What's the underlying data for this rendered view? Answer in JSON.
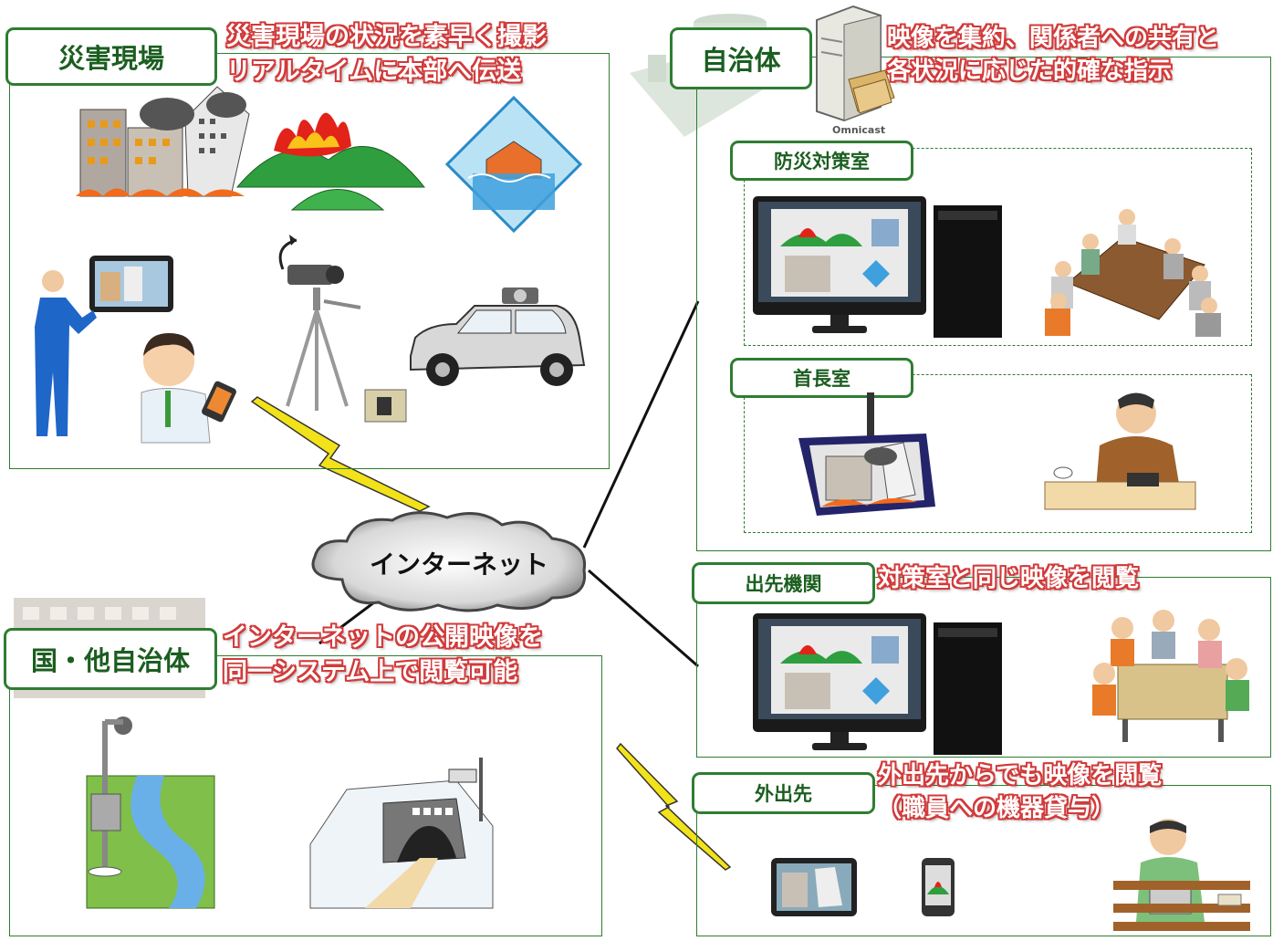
{
  "sections": {
    "disaster_site": {
      "label": "災害現場",
      "caption_lines": [
        "災害現場の状況を素早く撮影",
        "リアルタイムに本部へ伝送"
      ]
    },
    "municipality": {
      "label": "自治体",
      "caption_lines": [
        "映像を集約、関係者への共有と",
        "各状況に応じた的確な指示"
      ],
      "server_brand": "Omnicast"
    },
    "disaster_office": {
      "label": "防災対策室"
    },
    "mayor_office": {
      "label": "首長室"
    },
    "branch_office": {
      "label": "出先機関",
      "caption_lines": [
        "対策室と同じ映像を閲覧"
      ]
    },
    "outside": {
      "label": "外出先",
      "caption_lines": [
        "外出先からでも映像を閲覧",
        "（職員への機器貸与）"
      ]
    },
    "national": {
      "label": "国・他自治体",
      "caption_lines": [
        "インターネットの公開映像を",
        "同一システム上で閲覧可能"
      ]
    }
  },
  "network": {
    "label": "インターネット"
  },
  "colors": {
    "frame_green": "#2e7d32",
    "label_text": "#1b5e20",
    "caption_outline": "#d23a3a",
    "lightning": "#f2e21a"
  }
}
